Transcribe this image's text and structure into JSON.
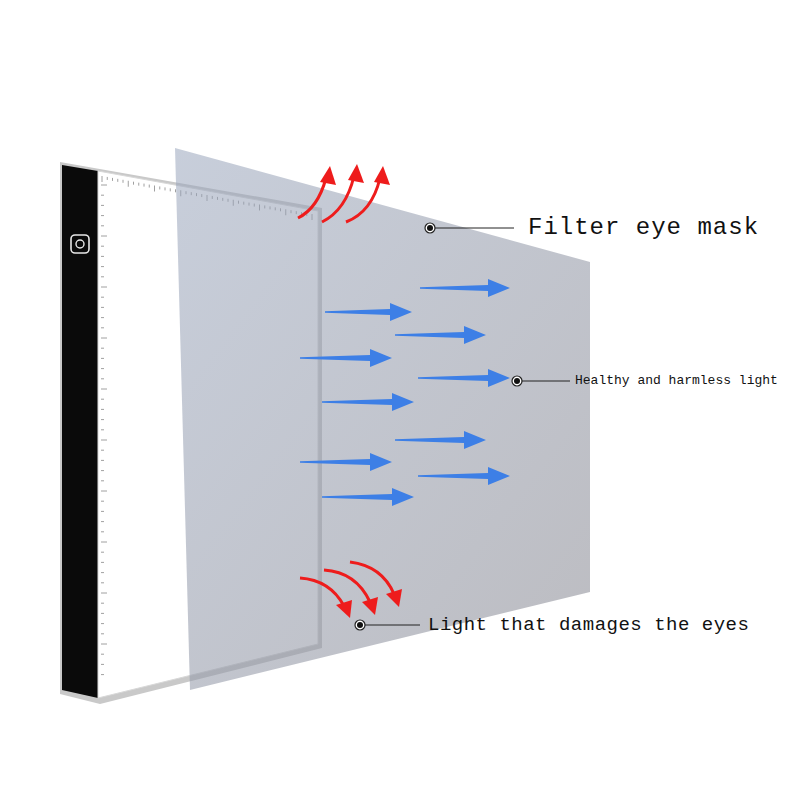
{
  "diagram": {
    "labels": [
      "Filter eye mask",
      "Healthy and harmless light",
      "Light that damages the eyes"
    ]
  }
}
